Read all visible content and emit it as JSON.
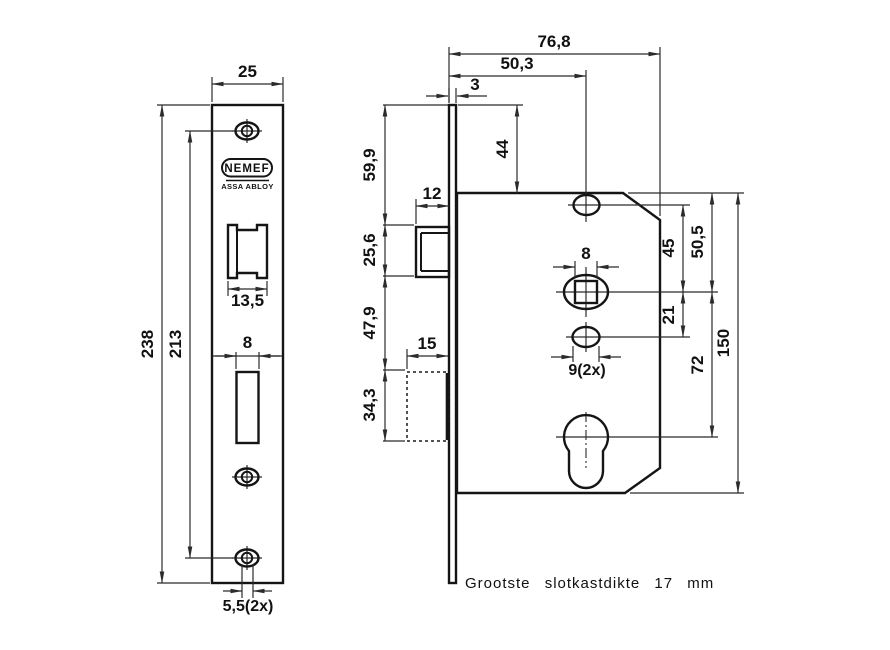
{
  "drawing_note": "Grootste slotkastdikte 17 mm",
  "logo": {
    "brand": "NEMEF",
    "group": "ASSA ABLOY"
  },
  "front_view": {
    "dims": {
      "plate_width": "25",
      "plate_height": "238",
      "screw_spacing": "213",
      "latch_cutout_width": "13,5",
      "deadbolt_cutout_width": "8",
      "screw_hole_dia": "5,5(2x)"
    }
  },
  "side_view": {
    "dims": {
      "total_depth": "76,8",
      "cylinder_backset": "50,3",
      "faceplate_thickness": "3",
      "plate_top_to_case": "44",
      "plate_top_to_latch": "59,9",
      "latch_height": "25,6",
      "latch_to_deadbolt": "47,9",
      "deadbolt_height": "34,3",
      "latch_projection": "12",
      "deadbolt_projection": "15",
      "spindle_square": "8",
      "follower_hole": "9(2x)",
      "hole_to_spindle": "45",
      "case_top_to_spindle": "50,5",
      "spindle_to_follower": "21",
      "spindle_to_cylinder": "72",
      "case_height": "150"
    }
  },
  "colors": {
    "line": "#151515",
    "dim_line": "#2b2b2b",
    "background": "#ffffff"
  }
}
